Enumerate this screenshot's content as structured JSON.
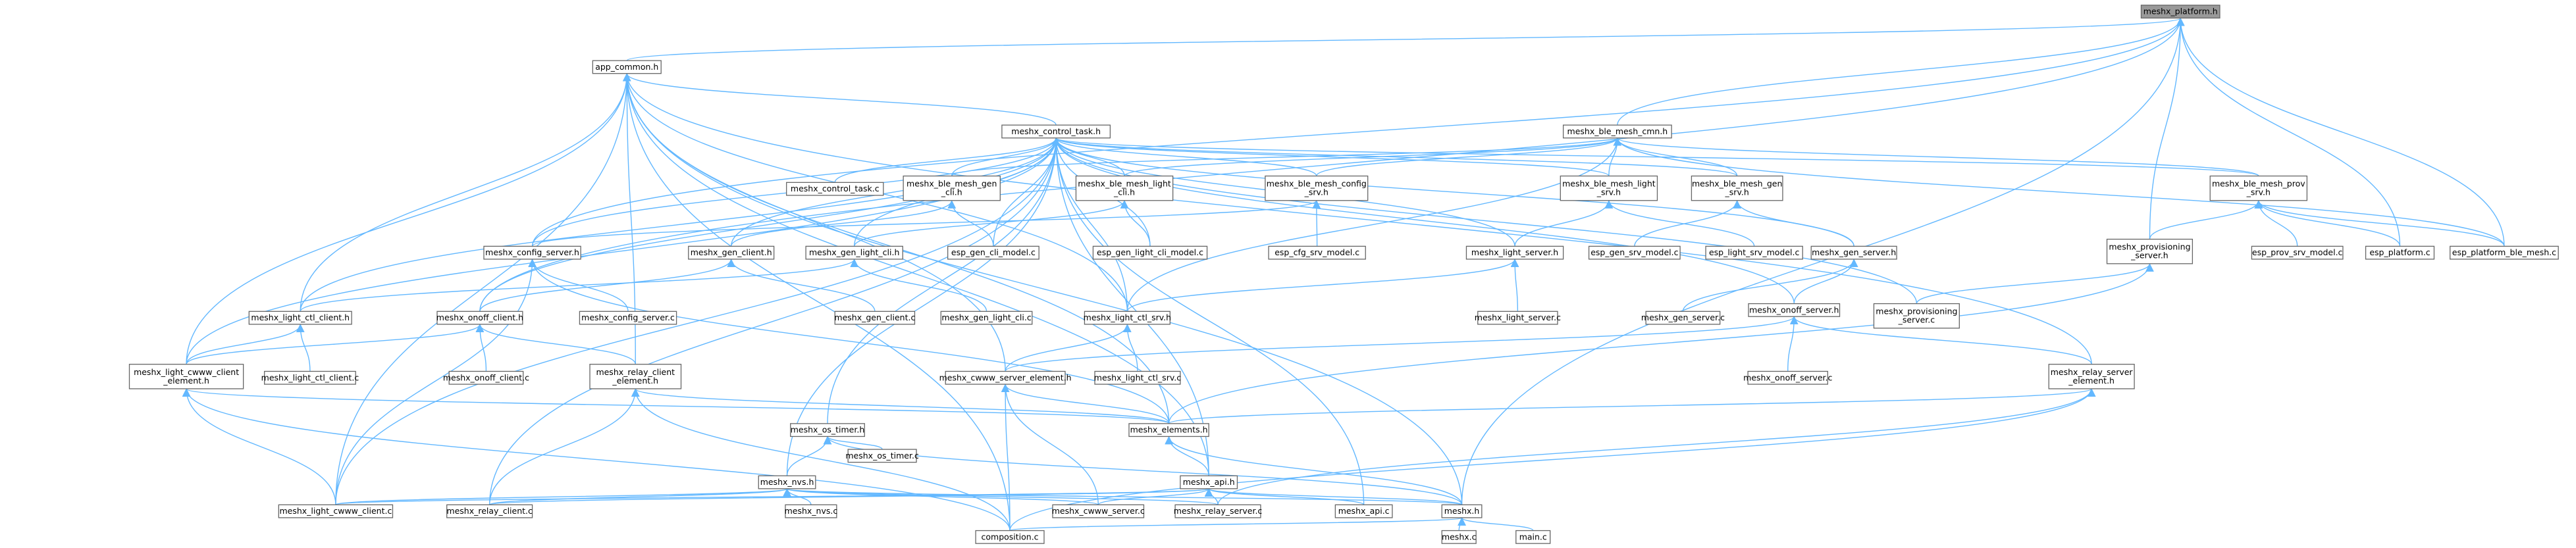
{
  "graph": {
    "nodes": [
      {
        "id": "root",
        "label": [
          "meshx_platform.h"
        ],
        "root": true
      },
      {
        "id": "app_common",
        "label": [
          "app_common.h"
        ]
      },
      {
        "id": "control_task",
        "label": [
          "meshx_control_task.h"
        ]
      },
      {
        "id": "ble_mesh_cmn",
        "label": [
          "meshx_ble_mesh_cmn.h"
        ]
      },
      {
        "id": "control_task_c",
        "label": [
          "meshx_control_task.c"
        ]
      },
      {
        "id": "ble_mesh_gen_cli",
        "label": [
          "meshx_ble_mesh_gen",
          "_cli.h"
        ]
      },
      {
        "id": "ble_mesh_light_cli",
        "label": [
          "meshx_ble_mesh_light",
          "_cli.h"
        ]
      },
      {
        "id": "ble_mesh_config_srv",
        "label": [
          "meshx_ble_mesh_config",
          "_srv.h"
        ]
      },
      {
        "id": "ble_mesh_light_srv",
        "label": [
          "meshx_ble_mesh_light",
          "_srv.h"
        ]
      },
      {
        "id": "ble_mesh_gen_srv",
        "label": [
          "meshx_ble_mesh_gen",
          "_srv.h"
        ]
      },
      {
        "id": "ble_mesh_prov_srv",
        "label": [
          "meshx_ble_mesh_prov",
          "_srv.h"
        ]
      },
      {
        "id": "config_server_h",
        "label": [
          "meshx_config_server.h"
        ]
      },
      {
        "id": "gen_client_h",
        "label": [
          "meshx_gen_client.h"
        ]
      },
      {
        "id": "gen_light_cli_h",
        "label": [
          "meshx_gen_light_cli.h"
        ]
      },
      {
        "id": "esp_gen_cli_model_c",
        "label": [
          "esp_gen_cli_model.c"
        ]
      },
      {
        "id": "esp_gen_light_cli_model_c",
        "label": [
          "esp_gen_light_cli_model.c"
        ]
      },
      {
        "id": "esp_cfg_srv_model_c",
        "label": [
          "esp_cfg_srv_model.c"
        ]
      },
      {
        "id": "light_server_h",
        "label": [
          "meshx_light_server.h"
        ]
      },
      {
        "id": "esp_gen_srv_model_c",
        "label": [
          "esp_gen_srv_model.c"
        ]
      },
      {
        "id": "esp_light_srv_model_c",
        "label": [
          "esp_light_srv_model.c"
        ]
      },
      {
        "id": "gen_server_h",
        "label": [
          "meshx_gen_server.h"
        ]
      },
      {
        "id": "provisioning_server_h",
        "label": [
          "meshx_provisioning",
          "_server.h"
        ]
      },
      {
        "id": "esp_prov_srv_model_c",
        "label": [
          "esp_prov_srv_model.c"
        ]
      },
      {
        "id": "esp_platform_c",
        "label": [
          "esp_platform.c"
        ]
      },
      {
        "id": "esp_platform_ble_mesh_c",
        "label": [
          "esp_platform_ble_mesh.c"
        ]
      },
      {
        "id": "light_ctl_client_h",
        "label": [
          "meshx_light_ctl_client.h"
        ]
      },
      {
        "id": "onoff_client_h",
        "label": [
          "meshx_onoff_client.h"
        ]
      },
      {
        "id": "config_server_c",
        "label": [
          "meshx_config_server.c"
        ]
      },
      {
        "id": "gen_client_c",
        "label": [
          "meshx_gen_client.c"
        ]
      },
      {
        "id": "gen_light_cli_c",
        "label": [
          "meshx_gen_light_cli.c"
        ]
      },
      {
        "id": "light_ctl_srv_h",
        "label": [
          "meshx_light_ctl_srv.h"
        ]
      },
      {
        "id": "light_server_c",
        "label": [
          "meshx_light_server.c"
        ]
      },
      {
        "id": "gen_server_c",
        "label": [
          "meshx_gen_server.c"
        ]
      },
      {
        "id": "onoff_server_h",
        "label": [
          "meshx_onoff_server.h"
        ]
      },
      {
        "id": "provisioning_server_c",
        "label": [
          "meshx_provisioning",
          "_server.c"
        ]
      },
      {
        "id": "light_cwww_client_element_h",
        "label": [
          "meshx_light_cwww_client",
          "_element.h"
        ]
      },
      {
        "id": "light_ctl_client_c",
        "label": [
          "meshx_light_ctl_client.c"
        ]
      },
      {
        "id": "onoff_client_c",
        "label": [
          "meshx_onoff_client.c"
        ]
      },
      {
        "id": "relay_client_element_h",
        "label": [
          "meshx_relay_client",
          "_element.h"
        ]
      },
      {
        "id": "cwww_server_element_h",
        "label": [
          "meshx_cwww_server_element.h"
        ]
      },
      {
        "id": "light_ctl_srv_c",
        "label": [
          "meshx_light_ctl_srv.c"
        ]
      },
      {
        "id": "onoff_server_c",
        "label": [
          "meshx_onoff_server.c"
        ]
      },
      {
        "id": "relay_server_element_h",
        "label": [
          "meshx_relay_server",
          "_element.h"
        ]
      },
      {
        "id": "os_timer_h",
        "label": [
          "meshx_os_timer.h"
        ]
      },
      {
        "id": "elements_h",
        "label": [
          "meshx_elements.h"
        ]
      },
      {
        "id": "os_timer_c",
        "label": [
          "meshx_os_timer.c"
        ]
      },
      {
        "id": "nvs_h",
        "label": [
          "meshx_nvs.h"
        ]
      },
      {
        "id": "api_h",
        "label": [
          "meshx_api.h"
        ]
      },
      {
        "id": "light_cwww_client_c",
        "label": [
          "meshx_light_cwww_client.c"
        ]
      },
      {
        "id": "relay_client_c",
        "label": [
          "meshx_relay_client.c"
        ]
      },
      {
        "id": "nvs_c",
        "label": [
          "meshx_nvs.c"
        ]
      },
      {
        "id": "cwww_server_c",
        "label": [
          "meshx_cwww_server.c"
        ]
      },
      {
        "id": "relay_server_c",
        "label": [
          "meshx_relay_server.c"
        ]
      },
      {
        "id": "api_c",
        "label": [
          "meshx_api.c"
        ]
      },
      {
        "id": "meshx_h",
        "label": [
          "meshx.h"
        ]
      },
      {
        "id": "composition_c",
        "label": [
          "composition.c"
        ]
      },
      {
        "id": "meshx_c",
        "label": [
          "meshx.c"
        ]
      },
      {
        "id": "main_c",
        "label": [
          "main.c"
        ]
      }
    ],
    "edges": [
      [
        "root",
        "app_common"
      ],
      [
        "root",
        "ble_mesh_cmn"
      ],
      [
        "root",
        "provisioning_server_h"
      ],
      [
        "root",
        "esp_platform_c"
      ],
      [
        "root",
        "esp_platform_ble_mesh_c"
      ],
      [
        "root",
        "meshx_h"
      ],
      [
        "root",
        "config_server_h"
      ],
      [
        "root",
        "onoff_client_h"
      ],
      [
        "app_common",
        "control_task"
      ],
      [
        "app_common",
        "light_ctl_client_h"
      ],
      [
        "app_common",
        "light_cwww_client_element_h"
      ],
      [
        "app_common",
        "relay_client_element_h"
      ],
      [
        "app_common",
        "cwww_server_element_h"
      ],
      [
        "app_common",
        "relay_server_element_h"
      ],
      [
        "app_common",
        "elements_h"
      ],
      [
        "app_common",
        "light_ctl_srv_h"
      ],
      [
        "app_common",
        "light_cwww_client_c"
      ],
      [
        "app_common",
        "composition_c"
      ],
      [
        "app_common",
        "meshx_h"
      ],
      [
        "app_common",
        "api_h"
      ],
      [
        "control_task",
        "control_task_c"
      ],
      [
        "control_task",
        "ble_mesh_gen_cli"
      ],
      [
        "control_task",
        "ble_mesh_light_cli"
      ],
      [
        "control_task",
        "ble_mesh_config_srv"
      ],
      [
        "control_task",
        "ble_mesh_light_srv"
      ],
      [
        "control_task",
        "ble_mesh_gen_srv"
      ],
      [
        "control_task",
        "ble_mesh_prov_srv"
      ],
      [
        "control_task",
        "config_server_h"
      ],
      [
        "control_task",
        "gen_client_h"
      ],
      [
        "control_task",
        "gen_light_cli_h"
      ],
      [
        "control_task",
        "light_server_h"
      ],
      [
        "control_task",
        "gen_server_h"
      ],
      [
        "control_task",
        "light_ctl_srv_h"
      ],
      [
        "control_task",
        "onoff_client_h"
      ],
      [
        "control_task",
        "onoff_server_h"
      ],
      [
        "control_task",
        "light_ctl_client_h"
      ],
      [
        "control_task",
        "os_timer_h"
      ],
      [
        "control_task",
        "nvs_h"
      ],
      [
        "control_task",
        "api_h"
      ],
      [
        "control_task",
        "api_c"
      ],
      [
        "control_task",
        "esp_gen_cli_model_c"
      ],
      [
        "control_task",
        "esp_gen_light_cli_model_c"
      ],
      [
        "control_task",
        "light_cwww_client_element_h"
      ],
      [
        "control_task",
        "light_cwww_client_c"
      ],
      [
        "control_task",
        "relay_client_c"
      ],
      [
        "control_task",
        "provisioning_server_c"
      ],
      [
        "ble_mesh_cmn",
        "ble_mesh_gen_cli"
      ],
      [
        "ble_mesh_cmn",
        "ble_mesh_light_cli"
      ],
      [
        "ble_mesh_cmn",
        "ble_mesh_config_srv"
      ],
      [
        "ble_mesh_cmn",
        "ble_mesh_light_srv"
      ],
      [
        "ble_mesh_cmn",
        "ble_mesh_gen_srv"
      ],
      [
        "ble_mesh_cmn",
        "ble_mesh_prov_srv"
      ],
      [
        "ble_mesh_cmn",
        "esp_platform_ble_mesh_c"
      ],
      [
        "ble_mesh_cmn",
        "light_ctl_srv_h"
      ],
      [
        "ble_mesh_gen_cli",
        "gen_client_h"
      ],
      [
        "ble_mesh_gen_cli",
        "esp_gen_cli_model_c"
      ],
      [
        "ble_mesh_light_cli",
        "gen_light_cli_h"
      ],
      [
        "ble_mesh_light_cli",
        "esp_gen_light_cli_model_c"
      ],
      [
        "ble_mesh_config_srv",
        "config_server_h"
      ],
      [
        "ble_mesh_config_srv",
        "esp_cfg_srv_model_c"
      ],
      [
        "ble_mesh_light_srv",
        "light_server_h"
      ],
      [
        "ble_mesh_light_srv",
        "esp_light_srv_model_c"
      ],
      [
        "ble_mesh_gen_srv",
        "gen_server_h"
      ],
      [
        "ble_mesh_gen_srv",
        "esp_gen_srv_model_c"
      ],
      [
        "ble_mesh_prov_srv",
        "provisioning_server_h"
      ],
      [
        "ble_mesh_prov_srv",
        "esp_prov_srv_model_c"
      ],
      [
        "ble_mesh_prov_srv",
        "esp_platform_c"
      ],
      [
        "ble_mesh_prov_srv",
        "esp_platform_ble_mesh_c"
      ],
      [
        "config_server_h",
        "config_server_c"
      ],
      [
        "config_server_h",
        "light_cwww_client_c"
      ],
      [
        "config_server_h",
        "elements_h"
      ],
      [
        "gen_client_h",
        "onoff_client_h"
      ],
      [
        "gen_client_h",
        "gen_client_c"
      ],
      [
        "gen_light_cli_h",
        "light_ctl_client_h"
      ],
      [
        "gen_light_cli_h",
        "gen_light_cli_c"
      ],
      [
        "light_server_h",
        "light_ctl_srv_h"
      ],
      [
        "light_server_h",
        "light_server_c"
      ],
      [
        "gen_server_h",
        "onoff_server_h"
      ],
      [
        "gen_server_h",
        "gen_server_c"
      ],
      [
        "provisioning_server_h",
        "provisioning_server_c"
      ],
      [
        "provisioning_server_h",
        "elements_h"
      ],
      [
        "light_ctl_client_h",
        "light_cwww_client_element_h"
      ],
      [
        "light_ctl_client_h",
        "light_ctl_client_c"
      ],
      [
        "onoff_client_h",
        "light_cwww_client_element_h"
      ],
      [
        "onoff_client_h",
        "relay_client_element_h"
      ],
      [
        "onoff_client_h",
        "onoff_client_c"
      ],
      [
        "light_ctl_srv_h",
        "cwww_server_element_h"
      ],
      [
        "light_ctl_srv_h",
        "light_ctl_srv_c"
      ],
      [
        "onoff_server_h",
        "cwww_server_element_h"
      ],
      [
        "onoff_server_h",
        "relay_server_element_h"
      ],
      [
        "onoff_server_h",
        "onoff_server_c"
      ],
      [
        "light_cwww_client_element_h",
        "elements_h"
      ],
      [
        "light_cwww_client_element_h",
        "light_cwww_client_c"
      ],
      [
        "light_cwww_client_element_h",
        "composition_c"
      ],
      [
        "relay_client_element_h",
        "elements_h"
      ],
      [
        "relay_client_element_h",
        "relay_client_c"
      ],
      [
        "relay_client_element_h",
        "composition_c"
      ],
      [
        "cwww_server_element_h",
        "elements_h"
      ],
      [
        "cwww_server_element_h",
        "cwww_server_c"
      ],
      [
        "cwww_server_element_h",
        "composition_c"
      ],
      [
        "relay_server_element_h",
        "elements_h"
      ],
      [
        "relay_server_element_h",
        "relay_server_c"
      ],
      [
        "relay_server_element_h",
        "composition_c"
      ],
      [
        "os_timer_h",
        "os_timer_c"
      ],
      [
        "os_timer_h",
        "nvs_h"
      ],
      [
        "os_timer_h",
        "meshx_h"
      ],
      [
        "elements_h",
        "api_h"
      ],
      [
        "elements_h",
        "meshx_h"
      ],
      [
        "nvs_h",
        "nvs_c"
      ],
      [
        "nvs_h",
        "light_cwww_client_c"
      ],
      [
        "nvs_h",
        "relay_client_c"
      ],
      [
        "nvs_h",
        "cwww_server_c"
      ],
      [
        "nvs_h",
        "relay_server_c"
      ],
      [
        "nvs_h",
        "meshx_h"
      ],
      [
        "api_h",
        "light_cwww_client_c"
      ],
      [
        "api_h",
        "relay_client_c"
      ],
      [
        "api_h",
        "cwww_server_c"
      ],
      [
        "api_h",
        "relay_server_c"
      ],
      [
        "api_h",
        "api_c"
      ],
      [
        "api_h",
        "meshx_h"
      ],
      [
        "meshx_h",
        "composition_c"
      ],
      [
        "meshx_h",
        "meshx_c"
      ],
      [
        "meshx_h",
        "main_c"
      ]
    ]
  }
}
